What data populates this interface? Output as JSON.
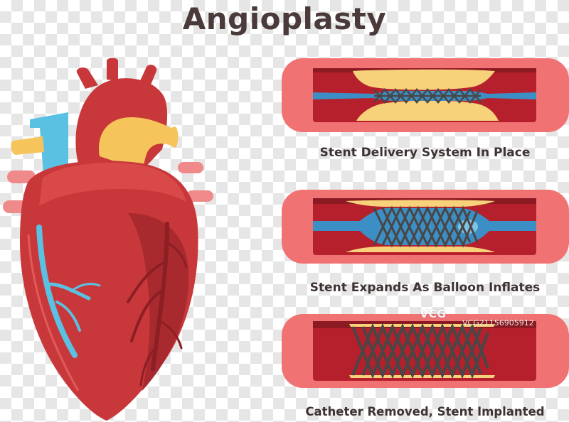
{
  "title": "Angioplasty",
  "steps": [
    {
      "label": "Stent Delivery System In Place"
    },
    {
      "label": "Stent Expands As Balloon Inflates"
    },
    {
      "label": "Catheter Removed, Stent Implanted"
    }
  ],
  "watermark": {
    "brand": "VCG",
    "id": "VCG21156905912"
  },
  "colors": {
    "artery_outer": "#f07272",
    "artery_lumen": "#b5202c",
    "plaque": "#f7d27a",
    "catheter": "#3b8fc4",
    "stent": "#4a4646",
    "heart_body": "#c8383a",
    "heart_shadow": "#a82a2e",
    "aorta": "#f5c55b",
    "vena_cava": "#5bc1e3",
    "title_text": "#4a3a3a"
  }
}
